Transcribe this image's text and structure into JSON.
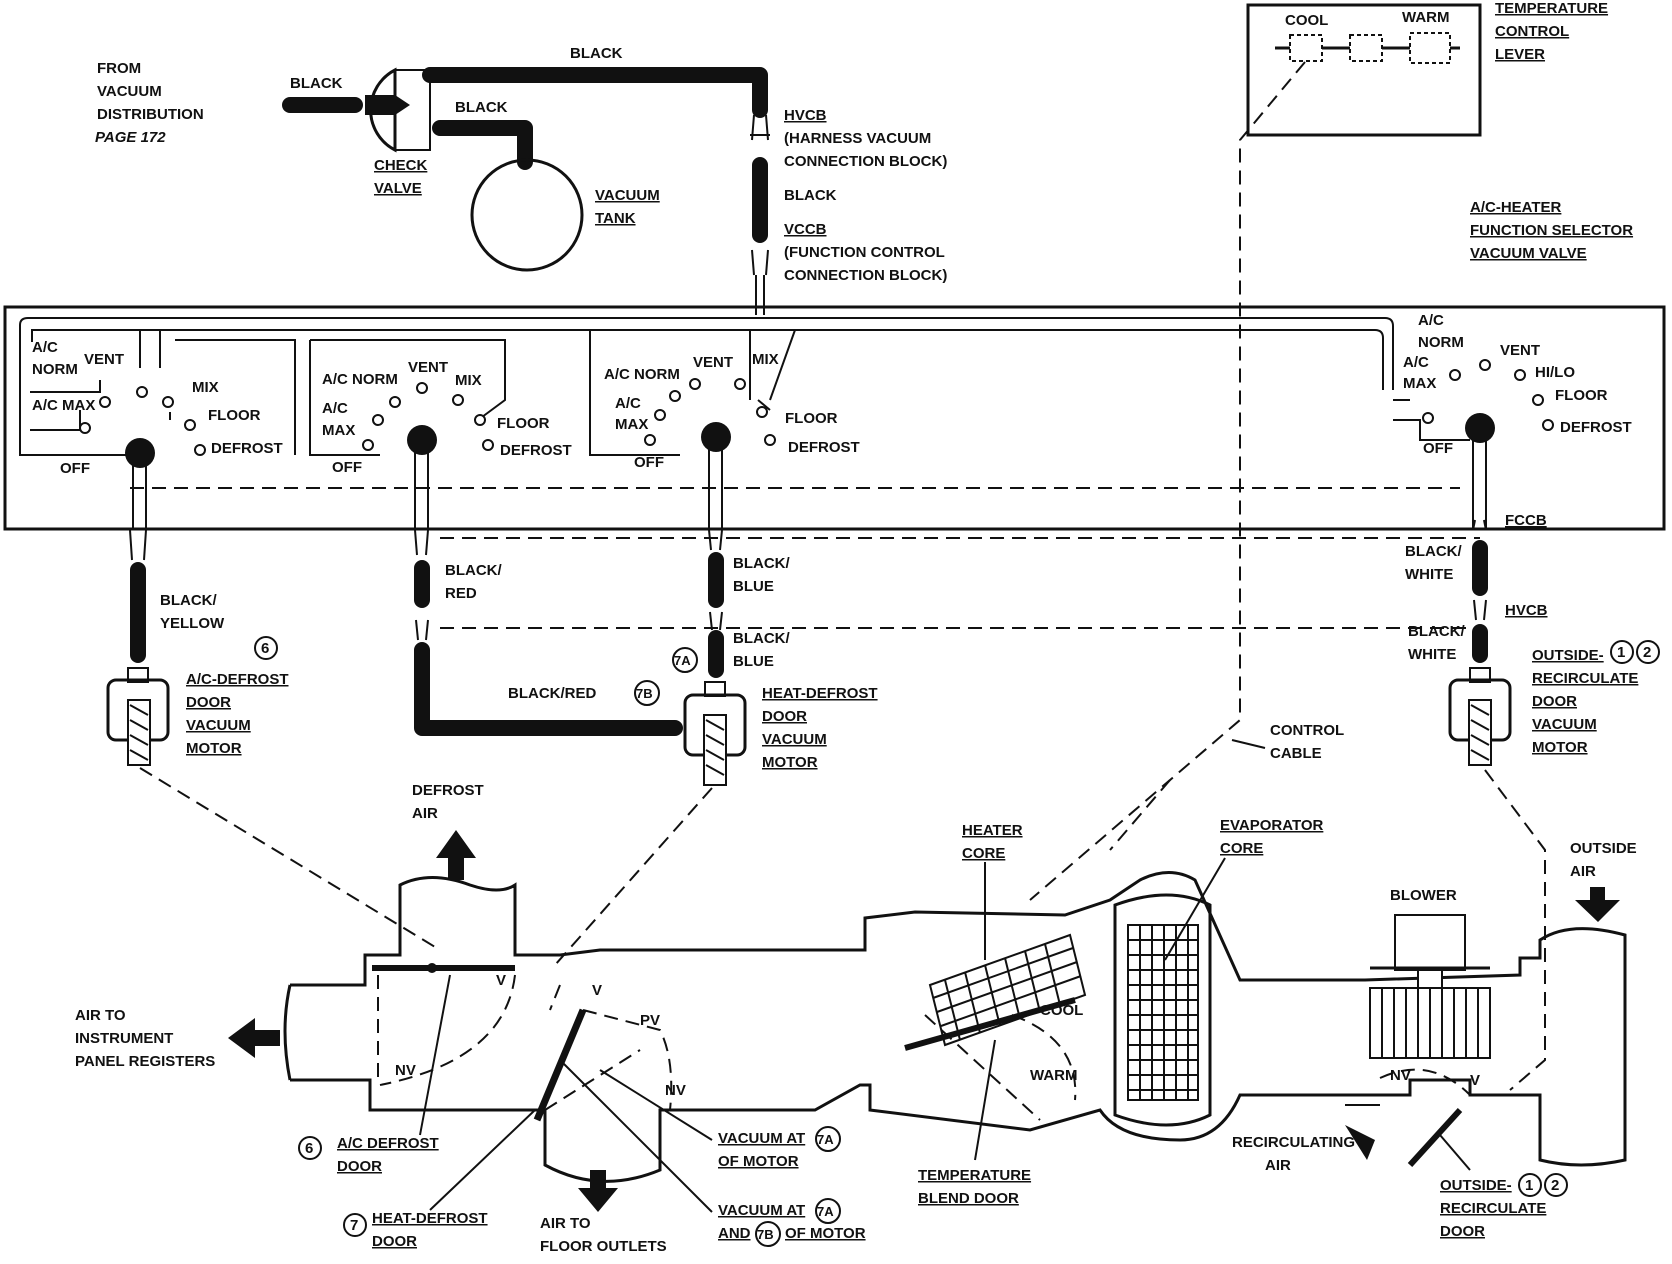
{
  "source": {
    "lines": [
      "FROM",
      "VACUUM",
      "DISTRIBUTION"
    ],
    "page": "PAGE 172"
  },
  "hoses": {
    "black": "BLACK",
    "black_yellow": [
      "BLACK/",
      "YELLOW"
    ],
    "black_red": [
      "BLACK/",
      "RED"
    ],
    "black_red_long": "BLACK/RED",
    "black_blue": [
      "BLACK/",
      "BLUE"
    ],
    "black_white": [
      "BLACK/",
      "WHITE"
    ]
  },
  "parts": {
    "check_valve": [
      "CHECK",
      "VALVE"
    ],
    "vacuum_tank": [
      "VACUUM",
      "TANK"
    ],
    "hvcb": "HVCB",
    "hvcb_desc": [
      "(HARNESS VACUUM",
      "CONNECTION BLOCK)"
    ],
    "vccb": "VCCB",
    "vccb_desc": [
      "(FUNCTION CONTROL",
      "CONNECTION BLOCK)"
    ],
    "fccb": "FCCB",
    "temp_lever": [
      "TEMPERATURE",
      "CONTROL",
      "LEVER"
    ],
    "function_selector": [
      "A/C-HEATER",
      "FUNCTION SELECTOR",
      "VACUUM VALVE"
    ],
    "ac_defrost_motor": [
      "A/C-DEFROST",
      "DOOR",
      "VACUUM",
      "MOTOR"
    ],
    "heat_defrost_motor": [
      "HEAT-DEFROST",
      "DOOR",
      "VACUUM",
      "MOTOR"
    ],
    "outside_recirc_motor": [
      "OUTSIDE-",
      "RECIRCULATE",
      "DOOR",
      "VACUUM",
      "MOTOR"
    ],
    "control_cable": [
      "CONTROL",
      "CABLE"
    ],
    "heater_core": [
      "HEATER",
      "CORE"
    ],
    "evaporator_core": [
      "EVAPORATOR",
      "CORE"
    ],
    "blower": "BLOWER",
    "temp_blend_door": [
      "TEMPERATURE",
      "BLEND DOOR"
    ],
    "ac_defrost_door": [
      "A/C DEFROST",
      "DOOR"
    ],
    "heat_defrost_door": [
      "HEAT-DEFROST",
      "DOOR"
    ],
    "outside_recirc_door": [
      "OUTSIDE-",
      "RECIRCULATE",
      "DOOR"
    ]
  },
  "airflow": {
    "defrost_air": [
      "DEFROST",
      "AIR"
    ],
    "to_panel": [
      "AIR TO",
      "INSTRUMENT",
      "PANEL REGISTERS"
    ],
    "to_floor": [
      "AIR TO",
      "FLOOR OUTLETS"
    ],
    "outside_air": [
      "OUTSIDE",
      "AIR"
    ],
    "recirc_air": [
      "RECIRCULATING",
      "AIR"
    ]
  },
  "lever_positions": {
    "cool": "COOL",
    "warm": "WARM"
  },
  "selector_modes": {
    "off": "OFF",
    "ac_max": "A/C MAX",
    "ac_max_split": [
      "A/C",
      "MAX"
    ],
    "ac_norm": "A/C NORM",
    "ac_norm_split": [
      "A/C",
      "NORM"
    ],
    "vent": "VENT",
    "mix": "MIX",
    "floor": "FLOOR",
    "defrost": "DEFROST",
    "hilo": "HI/LO"
  },
  "door_states": {
    "v": "V",
    "nv": "NV",
    "pv": "PV",
    "cool": "COOL",
    "warm": "WARM"
  },
  "vacuum_notes": {
    "at_7a_prefix": "VACUUM AT",
    "of_motor": "OF MOTOR",
    "and": "AND"
  },
  "callouts": {
    "c6": "6",
    "c7": "7",
    "c7a": "7A",
    "c7b": "7B",
    "c1": "1",
    "c2": "2"
  }
}
